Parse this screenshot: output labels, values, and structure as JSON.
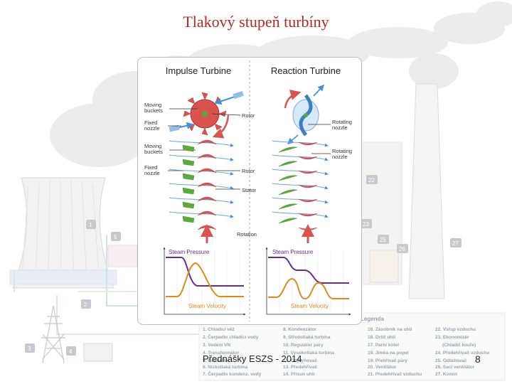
{
  "slide": {
    "title": "Tlakový stupeň turbíny",
    "footer_left": "Přednášky ESZS - 2014",
    "page_number": "8"
  },
  "diagram": {
    "header_left": "Impulse Turbine",
    "header_right": "Reaction Turbine",
    "labels": {
      "moving_buckets_1": [
        "Moving",
        "buckets"
      ],
      "fixed_nozzle_1": [
        "Fixed",
        "nozzle"
      ],
      "rotor_1": "Rotor",
      "rotating_nozzle_1": [
        "Rotating",
        "nozzle"
      ],
      "moving_buckets_2": [
        "Moving",
        "buckets"
      ],
      "fixed_nozzle_2": [
        "Fixed",
        "nozzle"
      ],
      "rotor_2": "Rotor",
      "stator": "Stator",
      "rotating_nozzle_2": [
        "Rotating",
        "nozzle"
      ],
      "rotation": "Rotation"
    },
    "graph_left": {
      "pressure_label": "Steam Pressure",
      "velocity_label": "Steam Velocity"
    },
    "graph_right": {
      "pressure_label": "Steam Pressure",
      "velocity_label": "Steam Velocity"
    },
    "colors": {
      "pressure": "#6a2c91",
      "velocity": "#e08a1e",
      "bucket_red": "#d9534f",
      "nozzle_green": "#5aab3c",
      "flow_blue": "#4a90d9",
      "accent_title": "#b02a2a"
    }
  },
  "background": {
    "numbers": [
      "1",
      "2",
      "3",
      "4",
      "5",
      "22",
      "23",
      "25",
      "26",
      "27"
    ],
    "legend_title": "Legenda",
    "legend": [
      "1. Chladicí věž",
      "2. Čerpadlo chladicí vody",
      "3. Vedení VN",
      "4. Transformátor",
      "5. Generátor",
      "6. Nízkotlaká turbína",
      "7. Čerpadlo kondenz. vody",
      "8. Kondenzátor",
      "9. Středotlaká turbína",
      "10. Regulátor páry",
      "11. Vysokotlaká turbína",
      "12. Odplyňovač",
      "13. Předehřívač",
      "14. Přísun uhlí",
      "16. Zásobník na uhlí",
      "18. Drtič uhlí",
      "17. Parní kotel",
      "19. Jímka na popel",
      "19. Přehřívač páry",
      "20. Ventilátor",
      "21. Předehřívač vzduchu",
      "22. Vstup vzduchu",
      "23. Ekonomizér",
      "(Chladič kouře)",
      "24. Předehřívač vzduchu",
      "25. Odlučovač",
      "26. Sací ventilátor",
      "27. Komín"
    ]
  }
}
